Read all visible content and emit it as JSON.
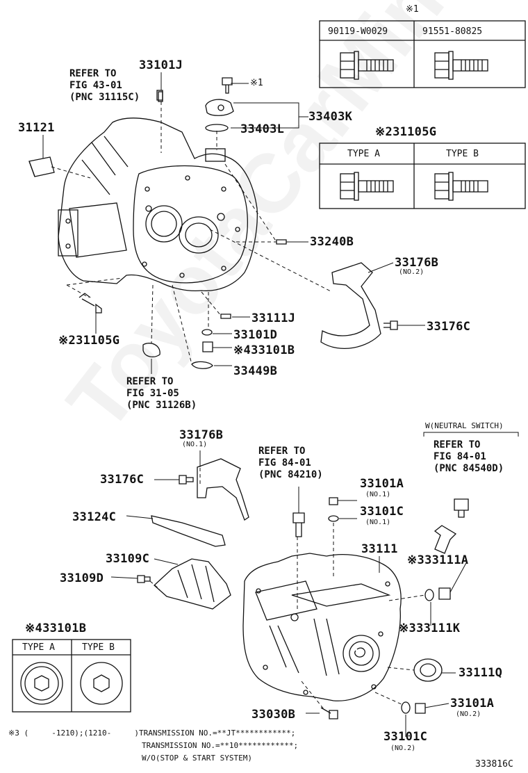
{
  "watermark": "ToyotaCarMine.ru",
  "table1": {
    "mark": "※1",
    "col1": "90119-W0029",
    "col2": "91551-80825"
  },
  "table2": {
    "title": "※231105G",
    "col1": "TYPE A",
    "col2": "TYPE B"
  },
  "table3": {
    "title": "※433101B",
    "col1": "TYPE A",
    "col2": "TYPE B"
  },
  "refs": {
    "fig43": "REFER TO\nFIG 43-01\n(PNC 31115C)",
    "fig31": "REFER TO\nFIG 31-05\n(PNC 31126B)",
    "fig84a": "REFER TO\nFIG 84-01\n(PNC 84210)",
    "neutral_heading": "W(NEUTRAL SWITCH)",
    "fig84b": "REFER TO\nFIG 84-01\n(PNC 84540D)"
  },
  "parts": {
    "p33101J": "33101J",
    "mark1": "※1",
    "p31121": "31121",
    "p33403K": "33403K",
    "p33403L": "33403L",
    "p33240B": "33240B",
    "p33176B_top": "33176B",
    "no2_33176B": "(NO.2)",
    "p33176C_top": "33176C",
    "p33111J": "33111J",
    "p33101D": "33101D",
    "p33101B": "※433101B",
    "p31105G": "※231105G",
    "p33449B": "33449B",
    "p33176B_mid": "33176B",
    "no1_33176B": "(NO.1)",
    "p33176C_mid": "33176C",
    "p33124C": "33124C",
    "p33109C": "33109C",
    "p33109D": "33109D",
    "p33101A_top": "33101A",
    "no1_33101A": "(NO.1)",
    "p33101C_top": "33101C",
    "no1_33101C": "(NO.1)",
    "p33111": "33111",
    "p33111A": "※333111A",
    "p33111K": "※333111K",
    "p33111Q": "33111Q",
    "p33101A_bot": "33101A",
    "no2_33101A": "(NO.2)",
    "p33030B": "33030B",
    "p33101C_bot": "33101C",
    "no2_33101C": "(NO.2)"
  },
  "footnote": {
    "line1": "※3 (     -1210);(1210-     )TRANSMISSION NO.=**JT************;",
    "line2": "TRANSMISSION NO.=**10************;",
    "line3": "W/O(STOP & START SYSTEM)"
  },
  "figure_code": "333816C"
}
